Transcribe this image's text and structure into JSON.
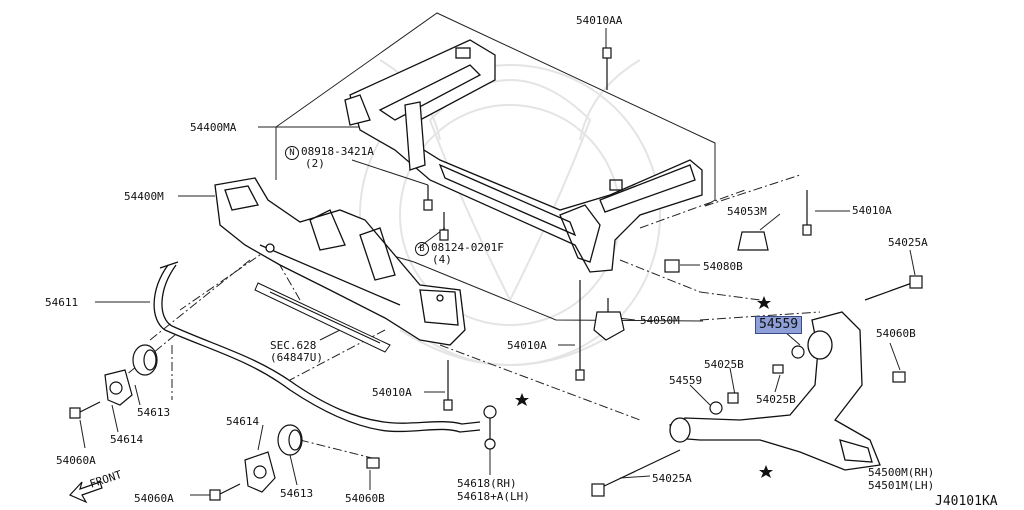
{
  "diagram": {
    "code": "J40101KA",
    "direction": "FRONT",
    "highlight_color": "#8fa0d8",
    "labels": {
      "p54010AA": "54010AA",
      "p54400MA": "54400MA",
      "p08918": "08918-3421A",
      "p08918_qty": "(2)",
      "p54400M": "54400M",
      "p54053M": "54053M",
      "p54010A_top": "54010A",
      "p08124": "08124-0201F",
      "p08124_qty": "(4)",
      "p54025A_right": "54025A",
      "p54080B": "54080B",
      "p54611": "54611",
      "p54050M": "54050M",
      "p54559_hl": "54559",
      "p54060B_right": "54060B",
      "sec628": "SEC.628",
      "sec628_sub": "(64847U)",
      "p54010A_mid": "54010A",
      "p54025B_upper": "54025B",
      "p54559": "54559",
      "p54025B_lower": "54025B",
      "p54613_left": "54613",
      "p54614_left": "54614",
      "p54010A_low": "54010A",
      "p54060A_left": "54060A",
      "p54614_bottom": "54614",
      "p54613_bottom": "54613",
      "p54060B_bottom": "54060B",
      "p54618_rh": "54618(RH)",
      "p54618_lh": "54618+A(LH)",
      "p54025A_bottom": "54025A",
      "p54500M": "54500M(RH)",
      "p54501M": "54501M(LH)",
      "p54060A_bottom": "54060A"
    },
    "markers": {
      "n": "N",
      "b": "B"
    }
  }
}
